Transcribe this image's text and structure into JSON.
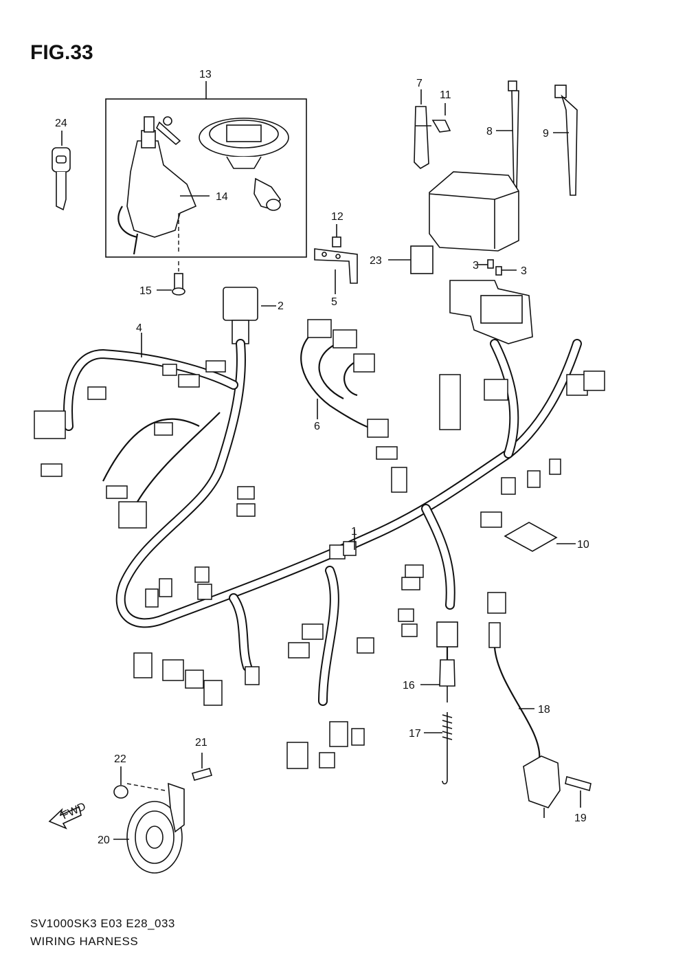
{
  "figure": {
    "title": "FIG.33",
    "model_code": "SV1000SK3 E03 E28_033",
    "name": "WIRING HARNESS",
    "direction_label": "FWD"
  },
  "callouts": [
    "1",
    "2",
    "3",
    "3",
    "4",
    "5",
    "6",
    "7",
    "8",
    "9",
    "10",
    "11",
    "12",
    "13",
    "14",
    "15",
    "16",
    "17",
    "18",
    "19",
    "20",
    "21",
    "22",
    "23",
    "24"
  ]
}
